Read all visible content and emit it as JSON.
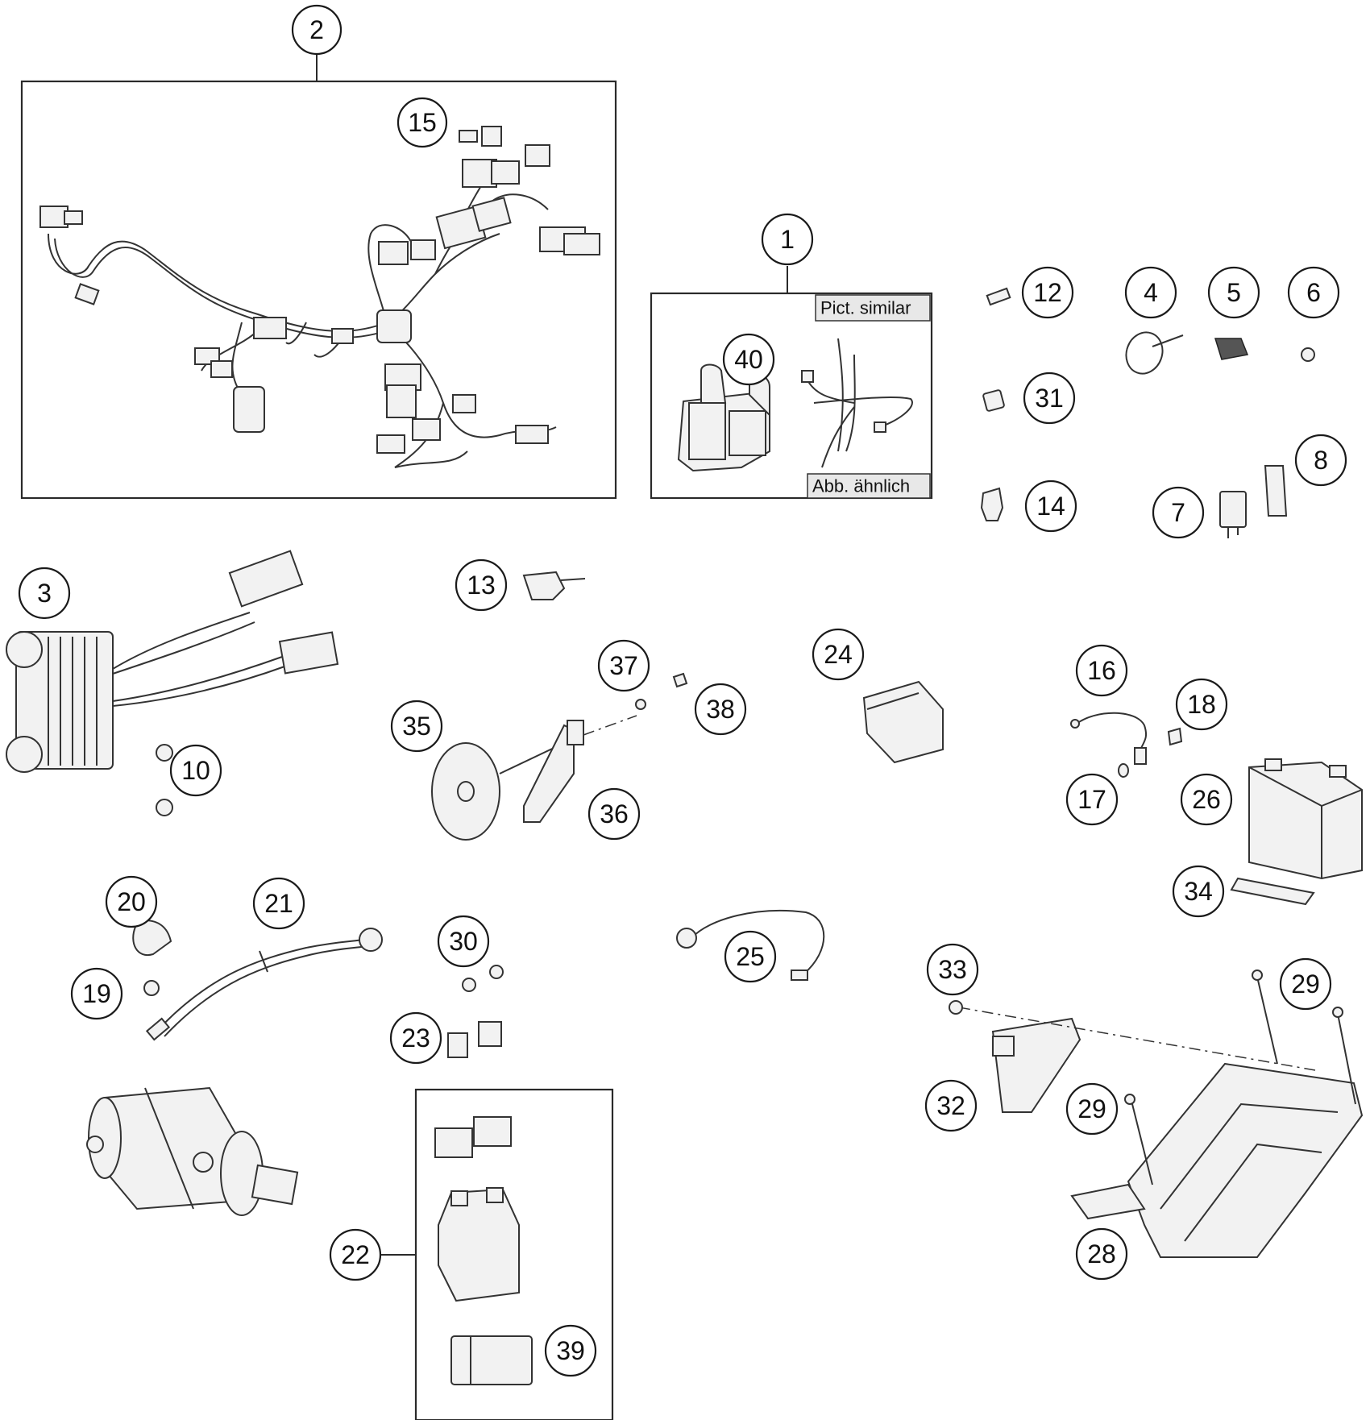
{
  "notes": {
    "similar_en": "Pict. similar",
    "similar_de": "Abb. ähnlich"
  },
  "callouts": {
    "c1": "1",
    "c2": "2",
    "c3": "3",
    "c4": "4",
    "c5": "5",
    "c6": "6",
    "c7": "7",
    "c8": "8",
    "c10": "10",
    "c12": "12",
    "c13": "13",
    "c14": "14",
    "c15": "15",
    "c16": "16",
    "c17": "17",
    "c18": "18",
    "c19": "19",
    "c20": "20",
    "c21": "21",
    "c22": "22",
    "c23": "23",
    "c24": "24",
    "c25": "25",
    "c26": "26",
    "c28": "28",
    "c29a": "29",
    "c29b": "29",
    "c30": "30",
    "c31": "31",
    "c32": "32",
    "c33": "33",
    "c34": "34",
    "c35": "35",
    "c36": "36",
    "c37": "37",
    "c38": "38",
    "c39": "39",
    "c40": "40"
  }
}
